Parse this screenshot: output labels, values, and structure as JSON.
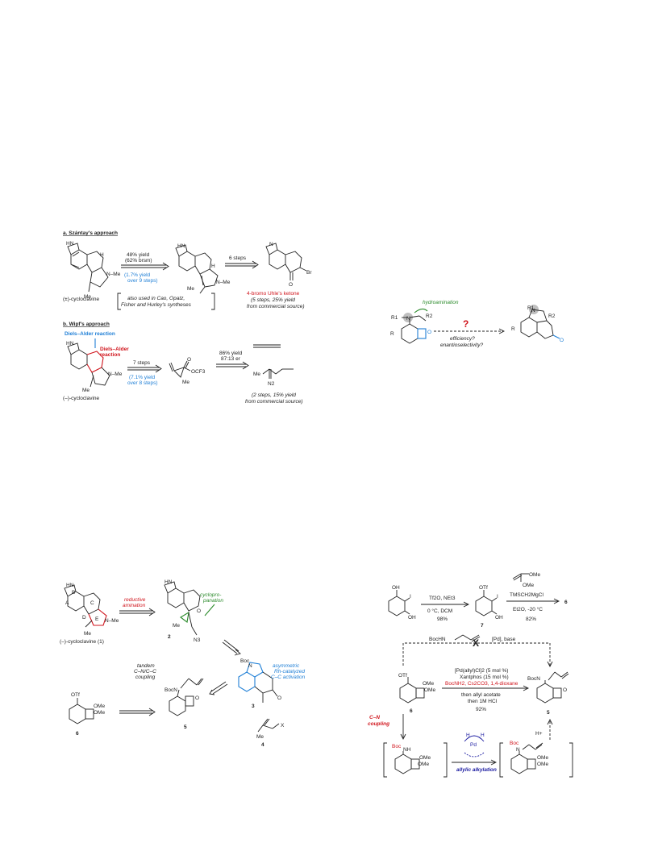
{
  "scheme_a": {
    "heading": "a. Szántay's approach",
    "start_label": "(±)-cycloclavine",
    "arrow1_above": [
      "48% yield",
      "(62% brsm)"
    ],
    "arrow1_below": [
      "(1.7% yield",
      "over 9 steps)"
    ],
    "arrow2_above": "6 steps",
    "bracket_text": [
      "also used in Cao, Opatz,",
      "Fisher and Hurley's syntheses"
    ],
    "product_label": "4-bromo Uhle's ketone",
    "product_sub": [
      "(5 steps, 25% yield",
      "from commercial source)"
    ],
    "atoms": {
      "hn": "HN",
      "h": "H",
      "nme": "N–Me",
      "me": "Me",
      "n": "N",
      "br": "Br",
      "o": "O"
    }
  },
  "scheme_b": {
    "heading": "b. Wipf's approach",
    "da_label": "Diels–Alder reaction",
    "da_label_red": [
      "Diels–Alder",
      "reaction"
    ],
    "start_label": "(–)-cycloclavine",
    "arrow1_above": "7 steps",
    "arrow1_below": [
      "(7.1% yield",
      "over 8 steps)"
    ],
    "arrow2_above": [
      "86% yield",
      "87:13 er"
    ],
    "reagent": "OCF3",
    "product_sub": [
      "(2 steps, 15% yield",
      "from commercial source)"
    ],
    "atoms": {
      "me": "Me",
      "n2": "N2",
      "o": "O"
    }
  },
  "scheme_c": {
    "question": "?",
    "arrow_text": [
      "efficiency?",
      "enantioselectivity?"
    ],
    "hydro_label": "hydroamination",
    "atoms": {
      "r1": "R1",
      "r2": "R2",
      "r": "R",
      "n": "N",
      "o": "O"
    }
  },
  "retro": {
    "start_label": "(–)-cycloclavine (1)",
    "reductive_amination": [
      "reductive",
      "amination"
    ],
    "cyclopropanation": [
      "cyclopro-",
      "panation"
    ],
    "asymmetric": [
      "asymmetric",
      "Rh-catalyzed",
      "C–C activation"
    ],
    "tandem": [
      "tandem",
      "C–N/C–C",
      "coupling"
    ],
    "compounds": {
      "c2": "2",
      "c3": "3",
      "c4": "4",
      "c5": "5",
      "c6": "6"
    },
    "atoms": {
      "hn": "HN",
      "nme": "N–Me",
      "me": "Me",
      "n3": "N3",
      "boc": "Boc",
      "n": "N",
      "bocn": "BocN",
      "otf": "OTf",
      "ome": "OMe",
      "x": "X",
      "o": "O",
      "rings": [
        "A",
        "B",
        "C",
        "D",
        "E"
      ]
    }
  },
  "synthesis": {
    "step1_above": "Tf2O, NEt3",
    "step1_below": [
      "0 °C, DCM",
      "98%"
    ],
    "compound7": "7",
    "step2_reagent": [
      "OMe",
      "OMe"
    ],
    "step2_above": "TMSCH2MgCl",
    "step2_below": [
      "Et2O, -20 °C",
      "82%"
    ],
    "compound6_arrow": "6",
    "failed_reagent": "BocHN",
    "failed_cat": "[Pd], base",
    "failed_mark": "X",
    "main_conditions": [
      "[Pd(allyl)Cl]2 (5 mol %)",
      "Xantphos (15 mol %)",
      "BocNH2, Cs2CO3, 1,4-dioxane",
      "then allyl acetate",
      "then 1M HCl",
      "92%"
    ],
    "cn_coupling": [
      "C–N",
      "coupling"
    ],
    "allylic_alkylation": "allylic alkylation",
    "pd_label": "Pd",
    "h_plus": "H+",
    "compounds": {
      "c6": "6",
      "c5": "5"
    },
    "atoms": {
      "oh": "OH",
      "i": "I",
      "otf": "OTf",
      "ome": "OMe",
      "bocn": "BocN",
      "boc": "Boc",
      "nh": "NH",
      "n": "N",
      "o": "O"
    }
  }
}
